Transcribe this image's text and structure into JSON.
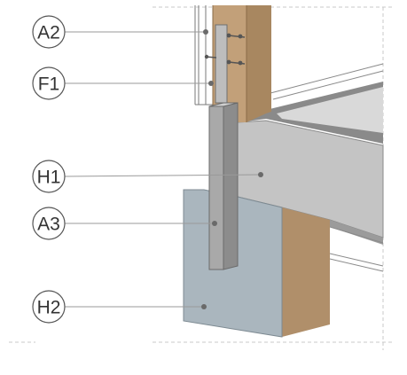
{
  "callouts": [
    {
      "id": "a2",
      "label": "A2"
    },
    {
      "id": "f1",
      "label": "F1"
    },
    {
      "id": "h1",
      "label": "H1"
    },
    {
      "id": "a3",
      "label": "A3"
    },
    {
      "id": "h2",
      "label": "H2"
    }
  ],
  "colors": {
    "timber": "#c2a079",
    "timber_dark": "#a88760",
    "concrete_top": "#8a8a8a",
    "concrete_front": "#c4c4c4",
    "concrete_underside": "#9b9b9b",
    "footing_front": "#aab6be",
    "footing_side": "#b08f6a",
    "steel_post": "#a9a9a9",
    "steel_post_dark": "#8c8c8c",
    "plate": "#bdbdbd",
    "leader": "#9a9a9a",
    "callout_stroke": "#555555"
  }
}
